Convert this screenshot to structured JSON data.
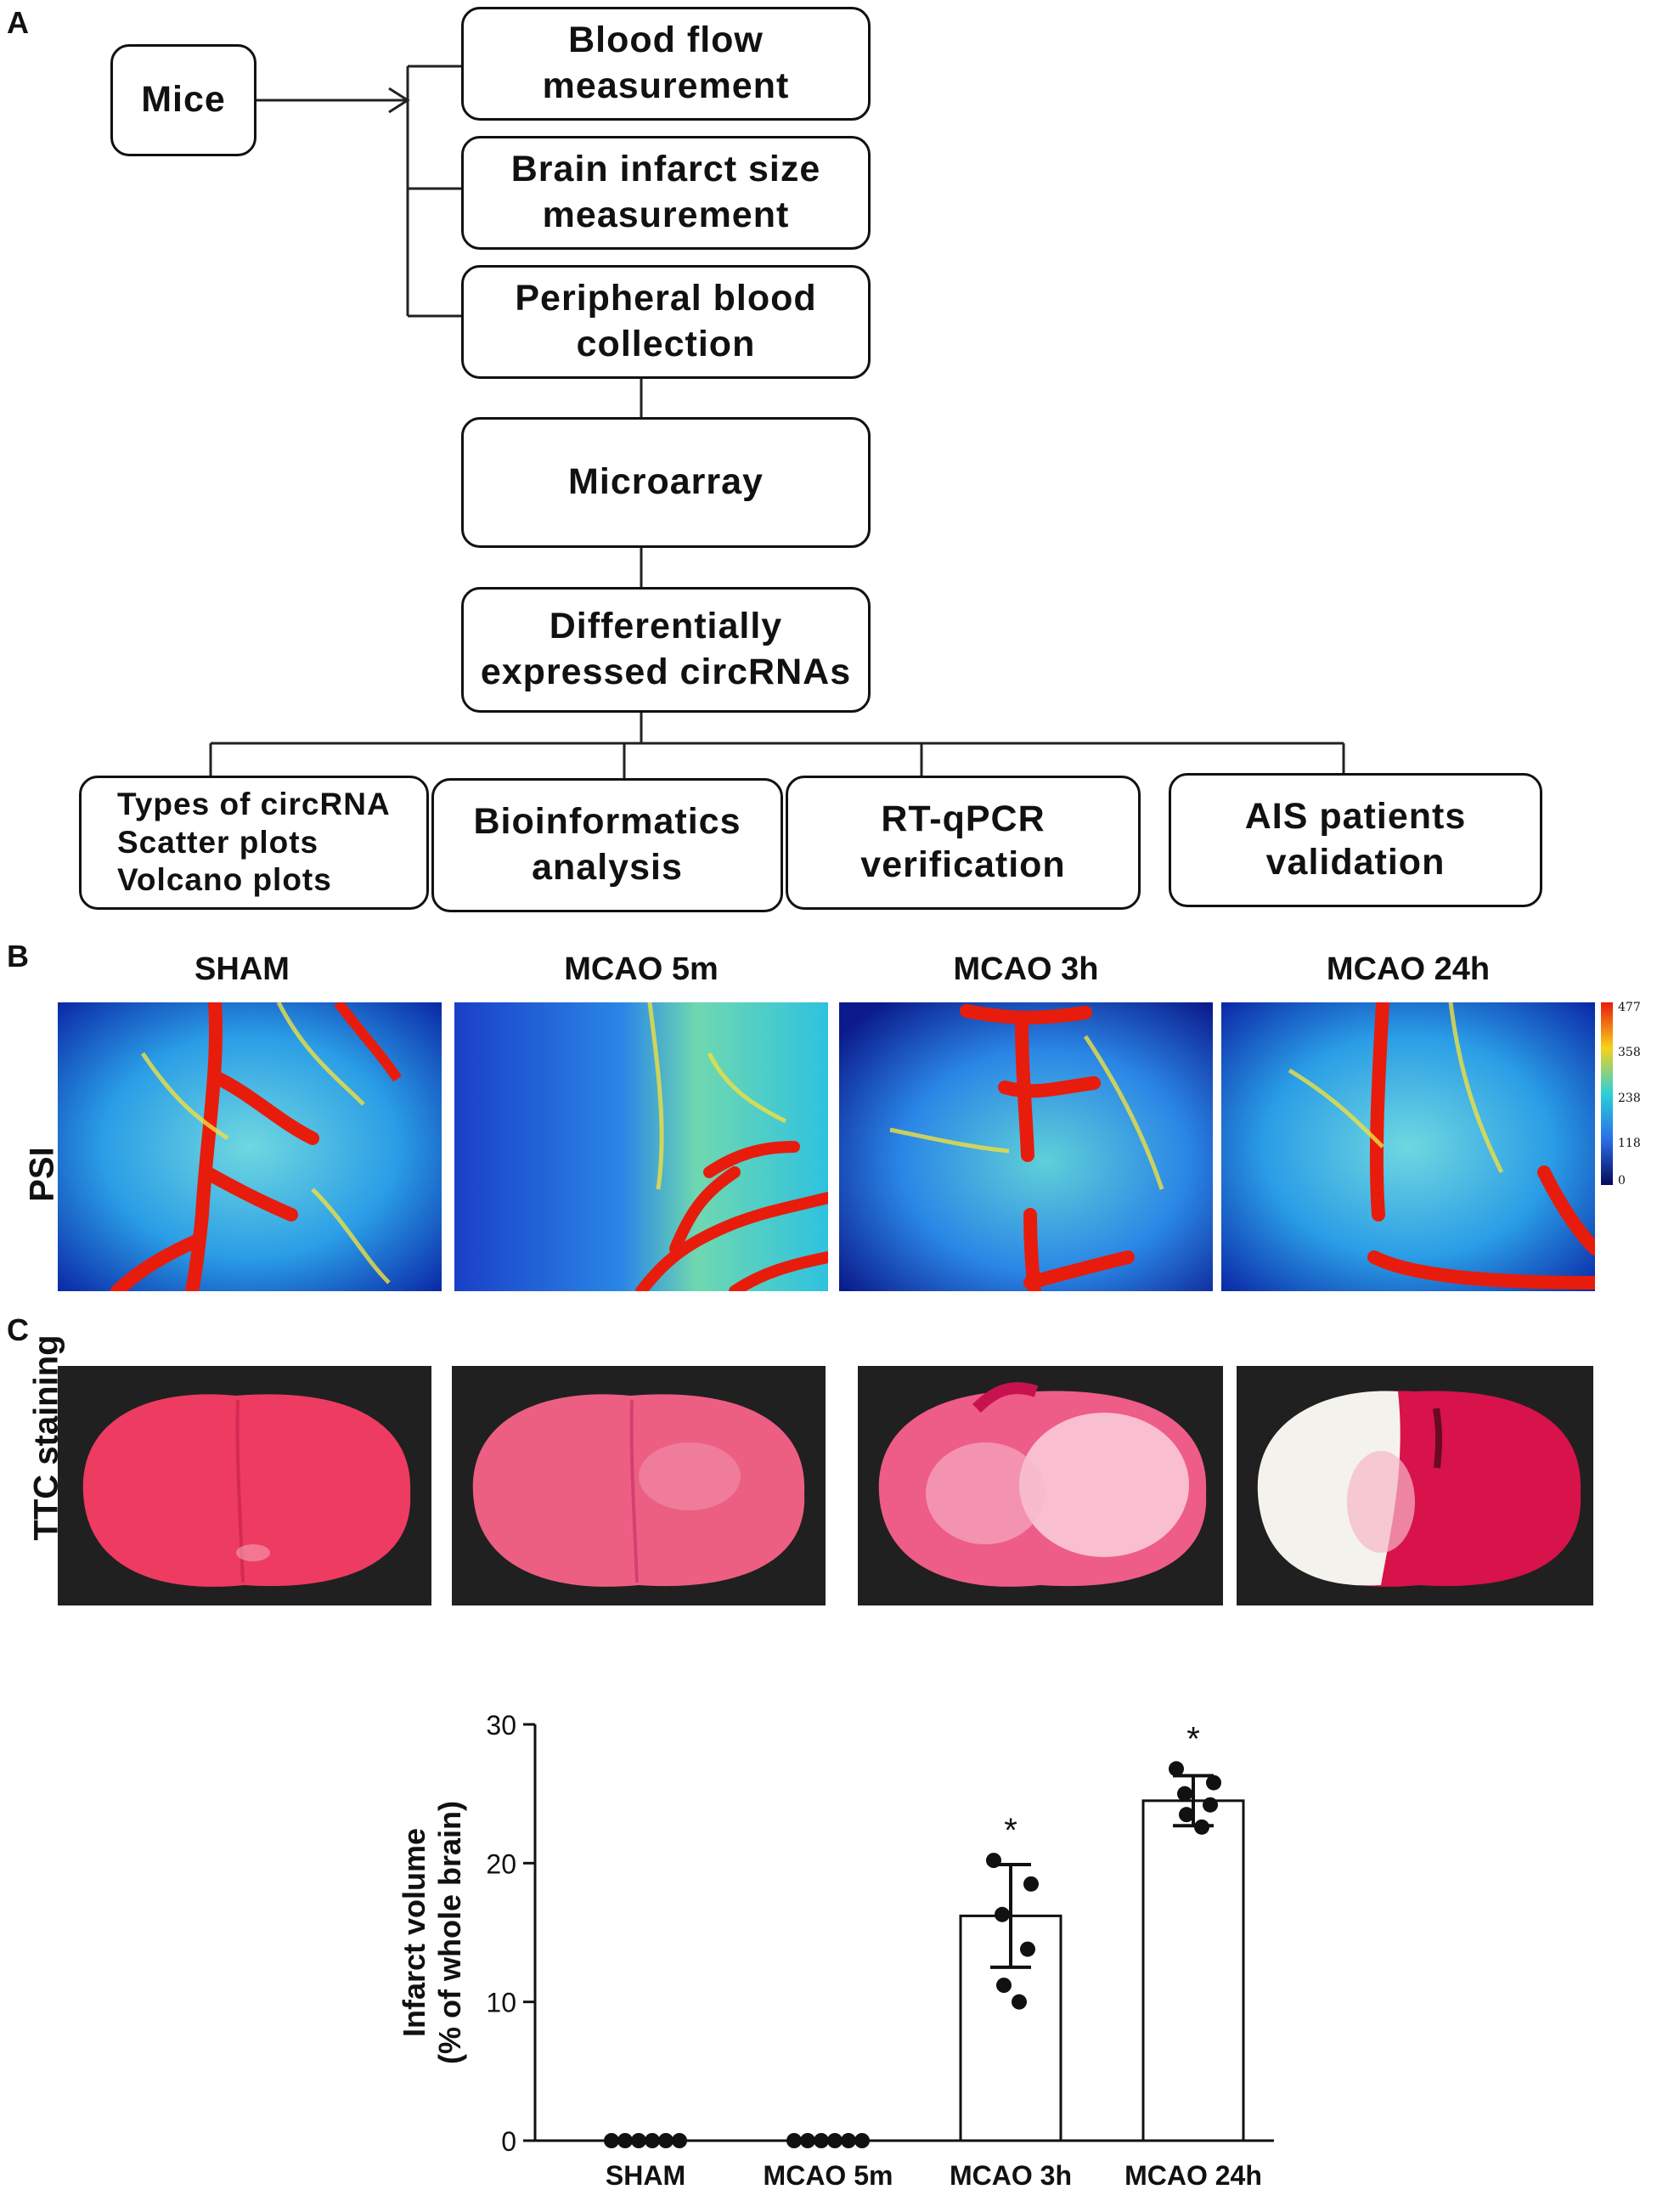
{
  "panels": {
    "a": "A",
    "b": "B",
    "c": "C"
  },
  "flowchart": {
    "mice": "Mice",
    "blood_flow": "Blood flow\nmeasurement",
    "infarct_size": "Brain infarct size\nmeasurement",
    "peripheral": "Peripheral blood\ncollection",
    "microarray": "Microarray",
    "diff_expr": "Differentially\nexpressed circRNAs",
    "types": "Types of circRNA\nScatter plots\nVolcano plots",
    "bioinfo": "Bioinformatics\nanalysis",
    "rtqpcr": "RT-qPCR\nverification",
    "ais": "AIS patients\nvalidation"
  },
  "psi": {
    "row_label": "PSI",
    "columns": [
      "SHAM",
      "MCAO 5m",
      "MCAO 3h",
      "MCAO 24h"
    ],
    "colorbar_ticks": [
      "477",
      "358",
      "238",
      "118",
      "0"
    ]
  },
  "ttc": {
    "row_label": "TTC staining"
  },
  "colors": {
    "psi_low": "#0a1a8c",
    "psi_mid": "#2ad1d9",
    "psi_high": "#e81c0c",
    "ttc_red": "#ee3b62",
    "ttc_bg": "#202020"
  },
  "chart_data": {
    "type": "bar",
    "categories": [
      "SHAM",
      "MCAO 5m",
      "MCAO 3h",
      "MCAO 24h"
    ],
    "values": [
      0,
      0,
      16.2,
      24.5
    ],
    "error": [
      0,
      0,
      3.7,
      1.8
    ],
    "points": [
      [
        0,
        0,
        0,
        0,
        0,
        0
      ],
      [
        0,
        0,
        0,
        0,
        0,
        0
      ],
      [
        20.2,
        18.5,
        16.3,
        13.8,
        11.2,
        10.0
      ],
      [
        26.8,
        25.8,
        25.0,
        24.2,
        23.5,
        22.6
      ]
    ],
    "significance": [
      "",
      "",
      "*",
      "*"
    ],
    "ylabel": "Infarct volume\n(% of whole brain)",
    "ylim": [
      0,
      30
    ],
    "yticks": [
      0,
      10,
      20,
      30
    ],
    "grid": false
  }
}
